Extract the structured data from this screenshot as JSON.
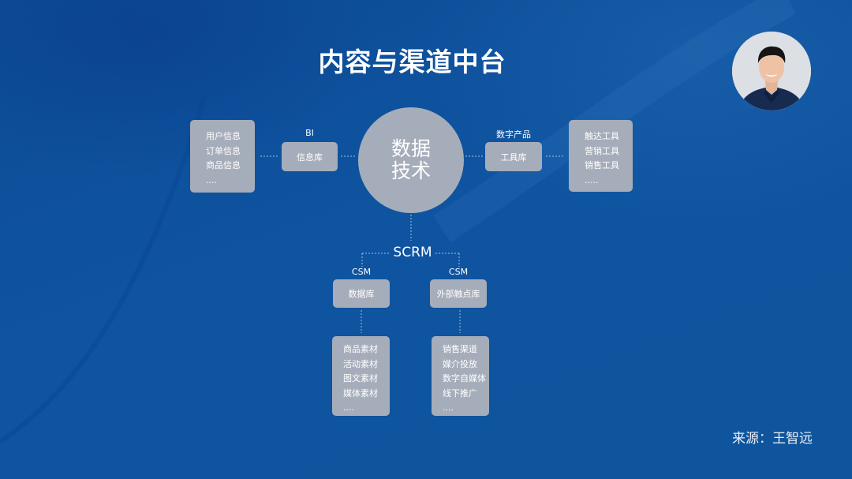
{
  "title": "内容与渠道中台",
  "source": "来源：王智远",
  "avatar": {
    "icon": "person-photo",
    "alt": "presenter portrait"
  },
  "center": {
    "line1": "数据",
    "line2": "技术"
  },
  "left": {
    "label": "BI",
    "library": "信息库",
    "items": [
      "用户信息",
      "订单信息",
      "商品信息",
      "...."
    ]
  },
  "right": {
    "label": "数字产品",
    "library": "工具库",
    "items": [
      "触达工具",
      "营销工具",
      "销售工具",
      "....."
    ]
  },
  "bottom": {
    "hub": "SCRM",
    "branches": [
      {
        "label": "CSM",
        "library": "数据库",
        "items": [
          "商品素材",
          "活动素材",
          "图文素材",
          "媒体素材",
          "...."
        ]
      },
      {
        "label": "CSM",
        "library": "外部触点库",
        "items": [
          "销售渠道",
          "媒介投放",
          "数字自媒体",
          "线下推广",
          "...."
        ]
      }
    ]
  },
  "colors": {
    "background": "#0e529a",
    "node": "#a6adba",
    "text": "#ffffff"
  }
}
